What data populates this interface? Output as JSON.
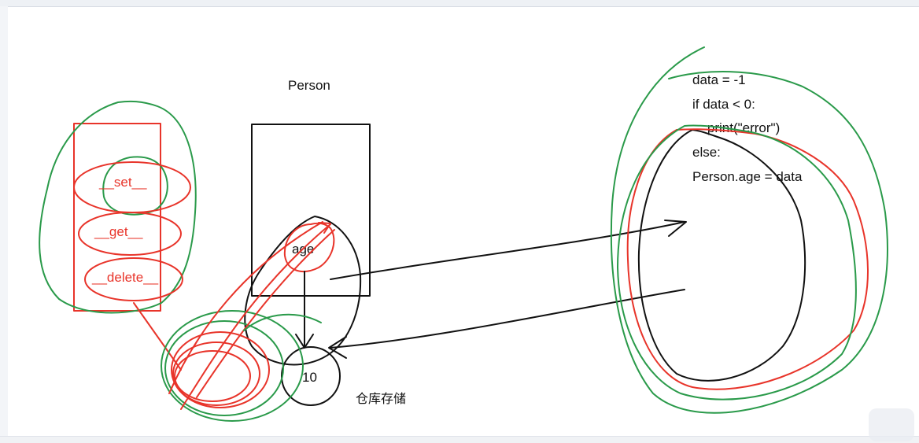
{
  "diagram": {
    "class_label": "Person",
    "dunder_methods": [
      "__set__",
      "__get__",
      "__delete__"
    ],
    "attribute_label": "age",
    "stored_value": "10",
    "storage_label": "仓库存储",
    "code_lines": [
      "data = -1",
      "if data < 0:",
      "    print(\"error\")",
      "else:",
      "Person.age = data"
    ]
  },
  "colors": {
    "ink_black": "#111111",
    "ink_red": "#e8342a",
    "ink_green": "#2a9a4a",
    "background": "#ffffff"
  }
}
